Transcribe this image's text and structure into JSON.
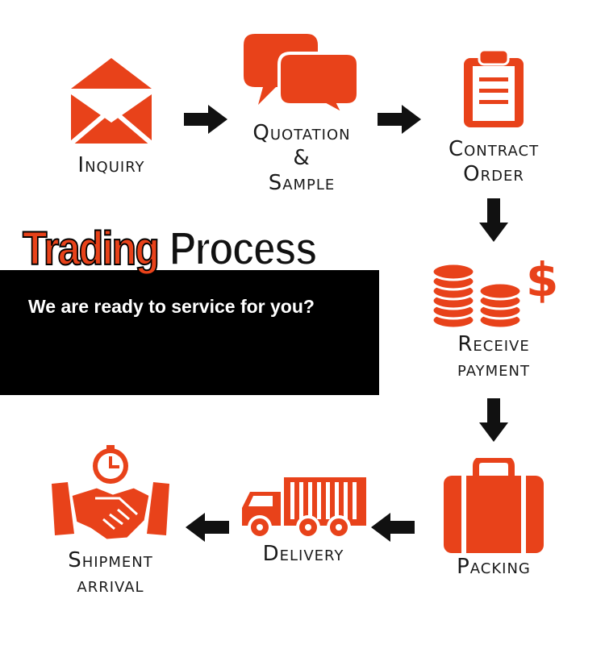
{
  "title": {
    "word1": "Trading",
    "word2": "Process",
    "subtitle": "We are ready to service for you?"
  },
  "colors": {
    "accent": "#e8421a",
    "dark": "#111111",
    "banner": "#000000"
  },
  "steps": [
    {
      "icon": "envelope-icon",
      "lines": [
        "Inquiry"
      ]
    },
    {
      "icon": "chat-bubbles-icon",
      "lines": [
        "Quotation",
        "&",
        "Sample"
      ]
    },
    {
      "icon": "clipboard-icon",
      "lines": [
        "Contract",
        "Order"
      ]
    },
    {
      "icon": "coins-dollar-icon",
      "lines": [
        "Receive",
        "payment"
      ]
    },
    {
      "icon": "suitcase-icon",
      "lines": [
        "Packing"
      ]
    },
    {
      "icon": "truck-icon",
      "lines": [
        "Delivery"
      ]
    },
    {
      "icon": "handshake-clock-icon",
      "lines": [
        "Shipment",
        "arrival"
      ]
    }
  ]
}
